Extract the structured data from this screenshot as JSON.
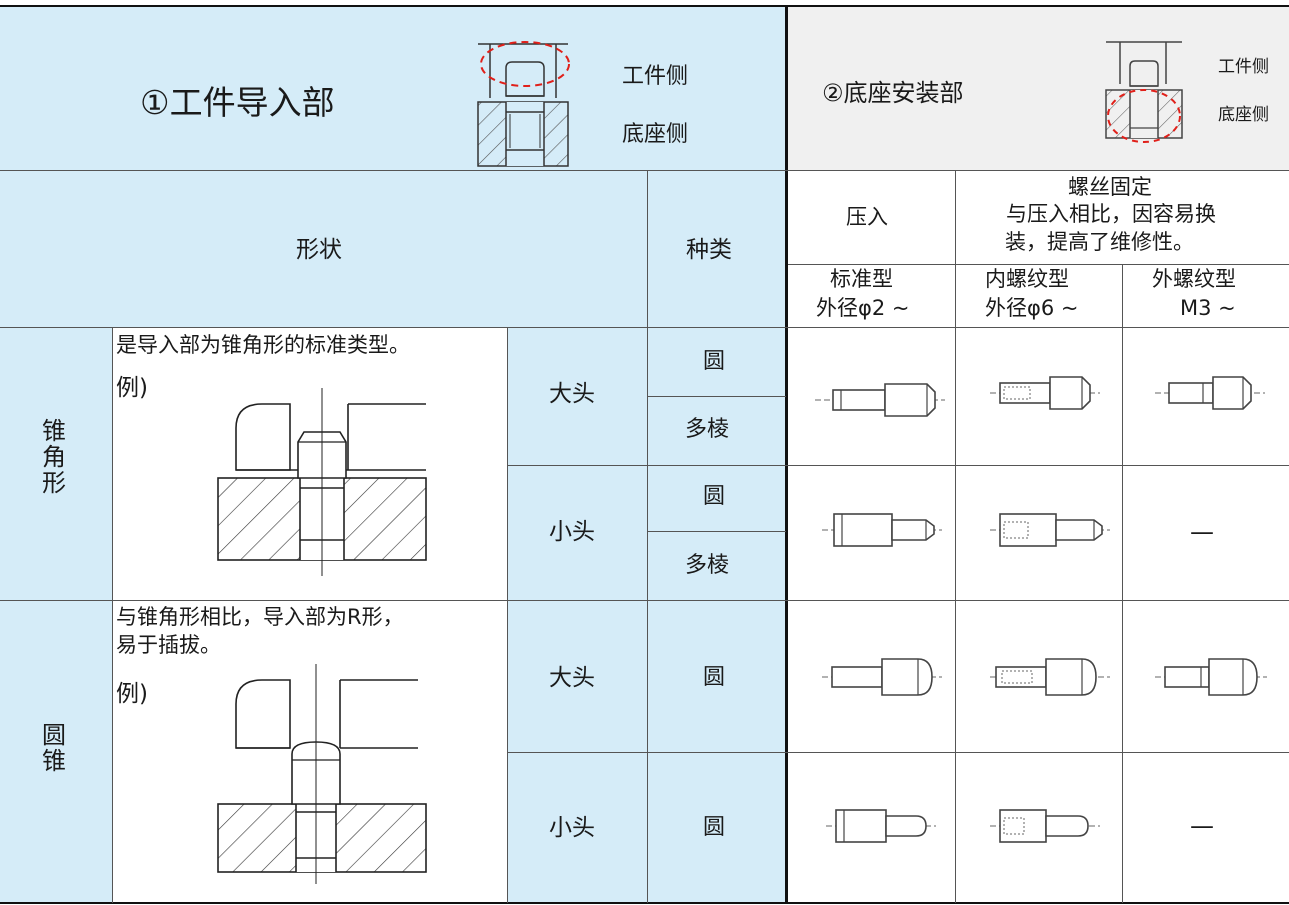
{
  "section1": {
    "title": "①工件导入部",
    "label_workpiece": "工件侧",
    "label_base": "底座侧"
  },
  "section2": {
    "title": "②底座安装部",
    "label_workpiece": "工件侧",
    "label_base": "底座侧"
  },
  "headers": {
    "shape": "形状",
    "type": "种类",
    "press_fit": "压入",
    "screw_fix_title": "螺丝固定",
    "screw_fix_note_1": "与压入相比，因容易换",
    "screw_fix_note_2": "装，提高了维修性。",
    "standard_1": "标准型",
    "standard_2": "外径φ2 ~",
    "internal_1": "内螺纹型",
    "internal_2": "外径φ6 ~",
    "external_1": "外螺纹型",
    "external_2": "M3 ~"
  },
  "rows": {
    "cone": {
      "category": "锥角形",
      "desc": "是导入部为锥角形的标准类型。",
      "example": "例)",
      "big_head": "大头",
      "small_head": "小头",
      "round": "圆",
      "multi": "多棱"
    },
    "round": {
      "category": "圆锥",
      "desc_1": "与锥角形相比，导入部为R形，",
      "desc_2": "易于插拔。",
      "example": "例)",
      "big_head": "大头",
      "small_head": "小头",
      "round": "圆"
    },
    "dash": "—"
  },
  "colors": {
    "header_blue": "#d5ecf8",
    "header_grey": "#f0f0f0",
    "highlight_red": "#e0201a"
  }
}
